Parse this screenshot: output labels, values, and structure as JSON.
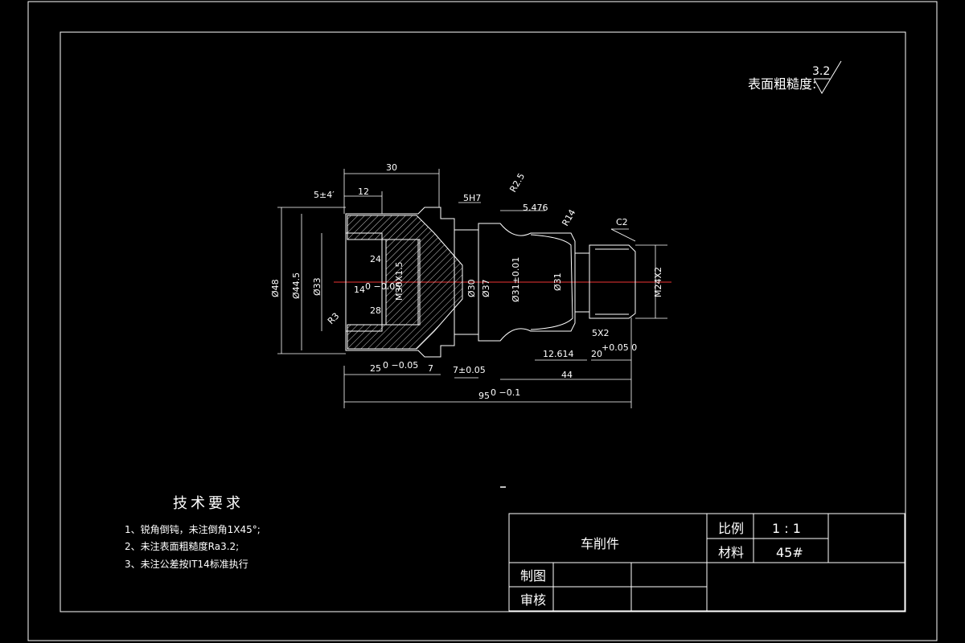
{
  "roughness": {
    "label": "表面粗糙度:",
    "value": "3.2"
  },
  "notes": {
    "title": "技术要求",
    "items": [
      "1、锐角倒钝，未注倒角1X45°;",
      "2、未注表面粗糙度Ra3.2;",
      "3、未注公差按IT14标准执行"
    ]
  },
  "title_block": {
    "part_name": "车削件",
    "scale_label": "比例",
    "scale_value": "1 : 1",
    "material_label": "材料",
    "material_value": "45#",
    "drawn_label": "制图",
    "checked_label": "审核"
  },
  "dimensions": {
    "d30": "30",
    "d12": "12",
    "d5deg": "5±4′",
    "d5h7": "5H7",
    "r2_5": "R2.5",
    "d5_476": "5.476",
    "r14": "R14",
    "c2": "C2",
    "d24": "24",
    "d28": "28",
    "d14": "14",
    "d14_tol": "0 −0.05",
    "dia48": "Ø48",
    "dia44": "Ø44.5",
    "dia33": "Ø33",
    "m30": "M30X1.5",
    "dia30": "Ø30",
    "dia37": "Ø37",
    "dia31a": "Ø31±0.01",
    "dia31b": "Ø31",
    "m24": "M24X2",
    "d5x2": "5X2",
    "d12_614": "12.614",
    "d20": "20",
    "d20_tol": "+0.05 0",
    "d25": "25",
    "d25_tol": "0 −0.05",
    "d7": "7",
    "d7_05": "7±0.05",
    "d44": "44",
    "d95": "95",
    "d95_tol": "0 −0.1",
    "r3": "R3"
  }
}
